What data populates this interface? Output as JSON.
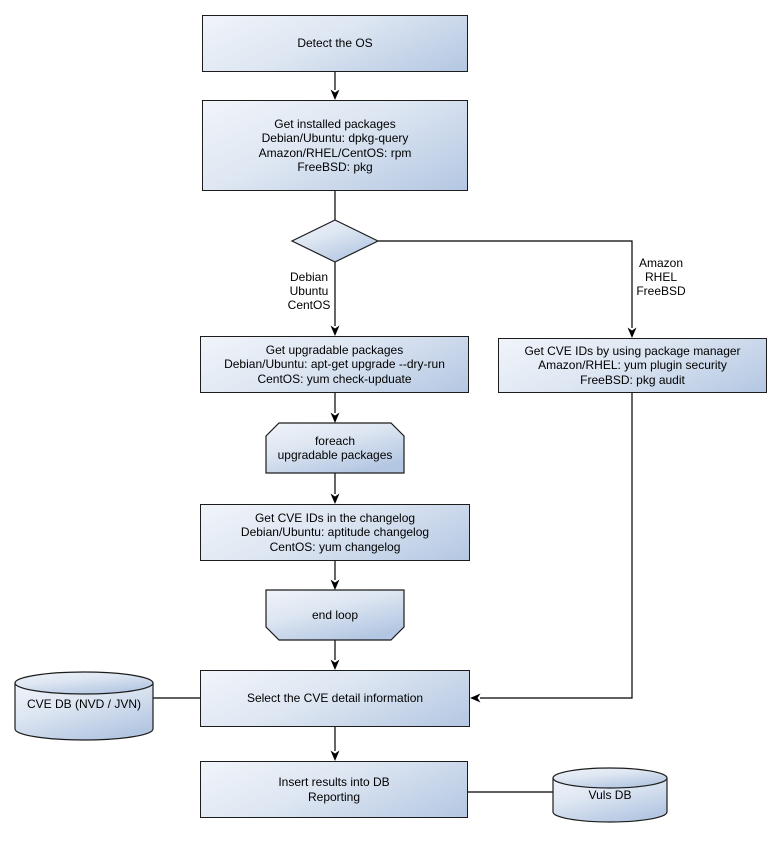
{
  "colors": {
    "node_gradient_start": "#f1f4fa",
    "node_gradient_end": "#b4c7e2",
    "node_border": "#1c1c1c",
    "connector": "#000000",
    "background": "#ffffff"
  },
  "nodes": {
    "detect_os": {
      "label": "Detect the OS"
    },
    "get_installed": {
      "label": "Get installed packages\nDebian/Ubuntu: dpkg-query\nAmazon/RHEL/CentOS: rpm\nFreeBSD: pkg"
    },
    "branch_left": {
      "label": "Debian\nUbuntu\nCentOS"
    },
    "branch_right": {
      "label": "Amazon\nRHEL\nFreeBSD"
    },
    "get_upgradable": {
      "label": "Get upgradable packages\nDebian/Ubuntu: apt-get upgrade --dry-run\nCentOS: yum check-upduate"
    },
    "get_cve_pkg_manager": {
      "label": "Get CVE IDs by using package manager\nAmazon/RHEL: yum plugin security\nFreeBSD: pkg audit"
    },
    "foreach_loop": {
      "label": "foreach\nupgradable packages"
    },
    "get_cve_changelog": {
      "label": "Get CVE IDs in the changelog\nDebian/Ubuntu: aptitude changelog\nCentOS: yum changelog"
    },
    "end_loop": {
      "label": "end loop"
    },
    "cve_db": {
      "label": "CVE DB (NVD / JVN)"
    },
    "select_cve": {
      "label": "Select the CVE detail information"
    },
    "insert_report": {
      "label": "Insert results into DB\nReporting"
    },
    "vuls_db": {
      "label": "Vuls DB"
    }
  }
}
